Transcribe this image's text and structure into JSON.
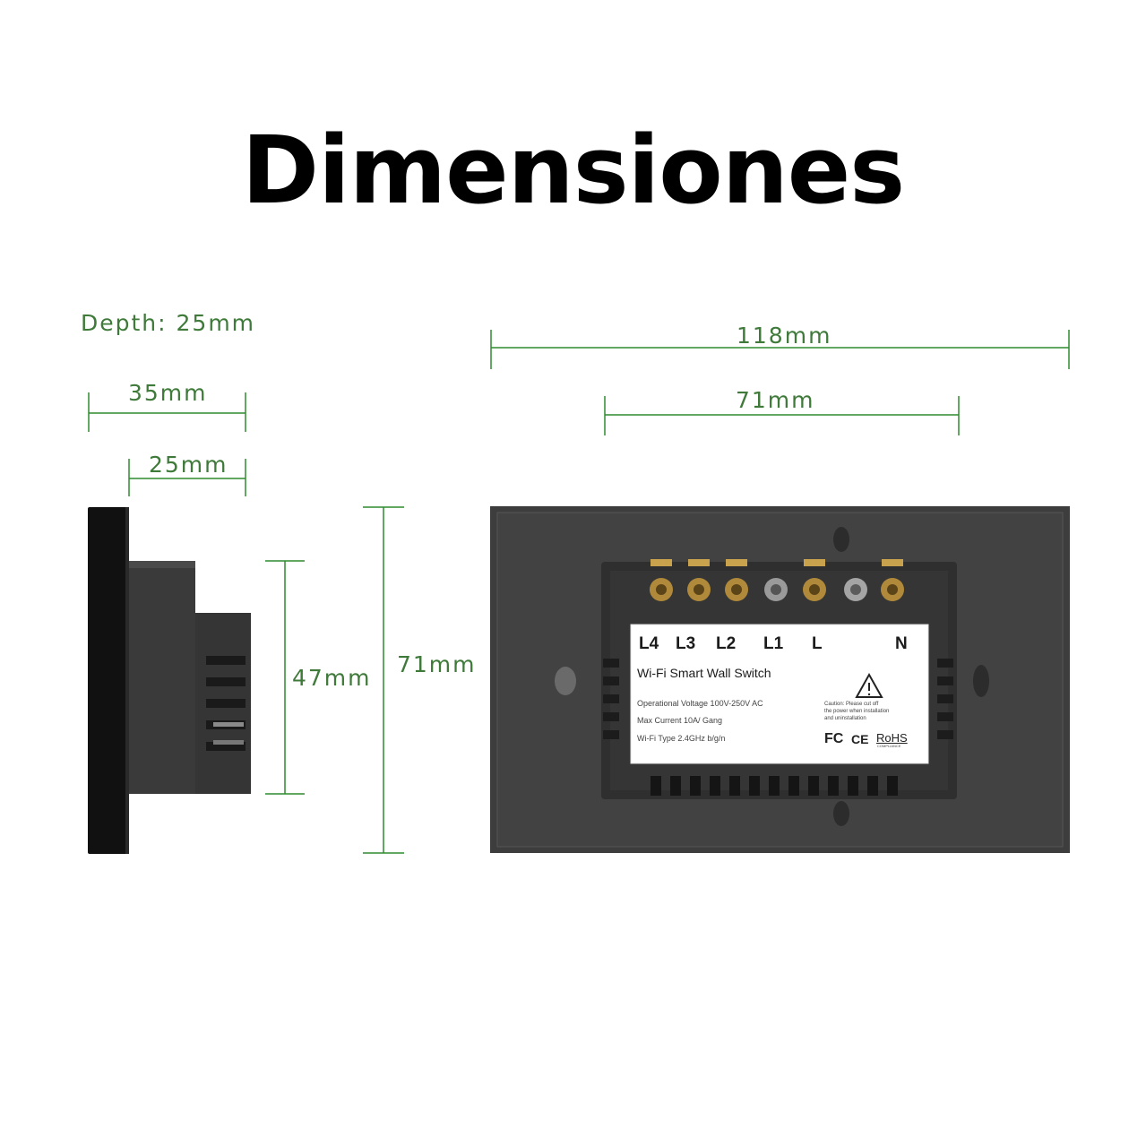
{
  "title": "Dimensiones",
  "colors": {
    "dimension_line": "#2f8a2f",
    "dimension_text": "#3f7a3a",
    "device_body": "#3a3a3a",
    "label_background": "#ffffff"
  },
  "side_view": {
    "depth_label": "Depth: 25mm",
    "width_total": "35mm",
    "width_body": "25mm",
    "height_body": "47mm",
    "height_total": "71mm"
  },
  "back_view": {
    "width_total": "118mm",
    "width_body": "71mm",
    "terminals": [
      "L4",
      "L3",
      "L2",
      "L1",
      "L",
      "N"
    ],
    "product_name": "Wi-Fi Smart Wall Switch",
    "specs": [
      "Operational Voltage  100V-250V AC",
      "Max Current  10A/ Gang",
      "Wi-Fi Type  2.4GHz b/g/n"
    ],
    "caution": [
      "Caution: Please cut off",
      "the power when installation",
      "and uninstallation"
    ],
    "certifications": [
      "FC",
      "CE",
      "RoHS"
    ],
    "rohs_sub": "COMPLIANCE"
  }
}
